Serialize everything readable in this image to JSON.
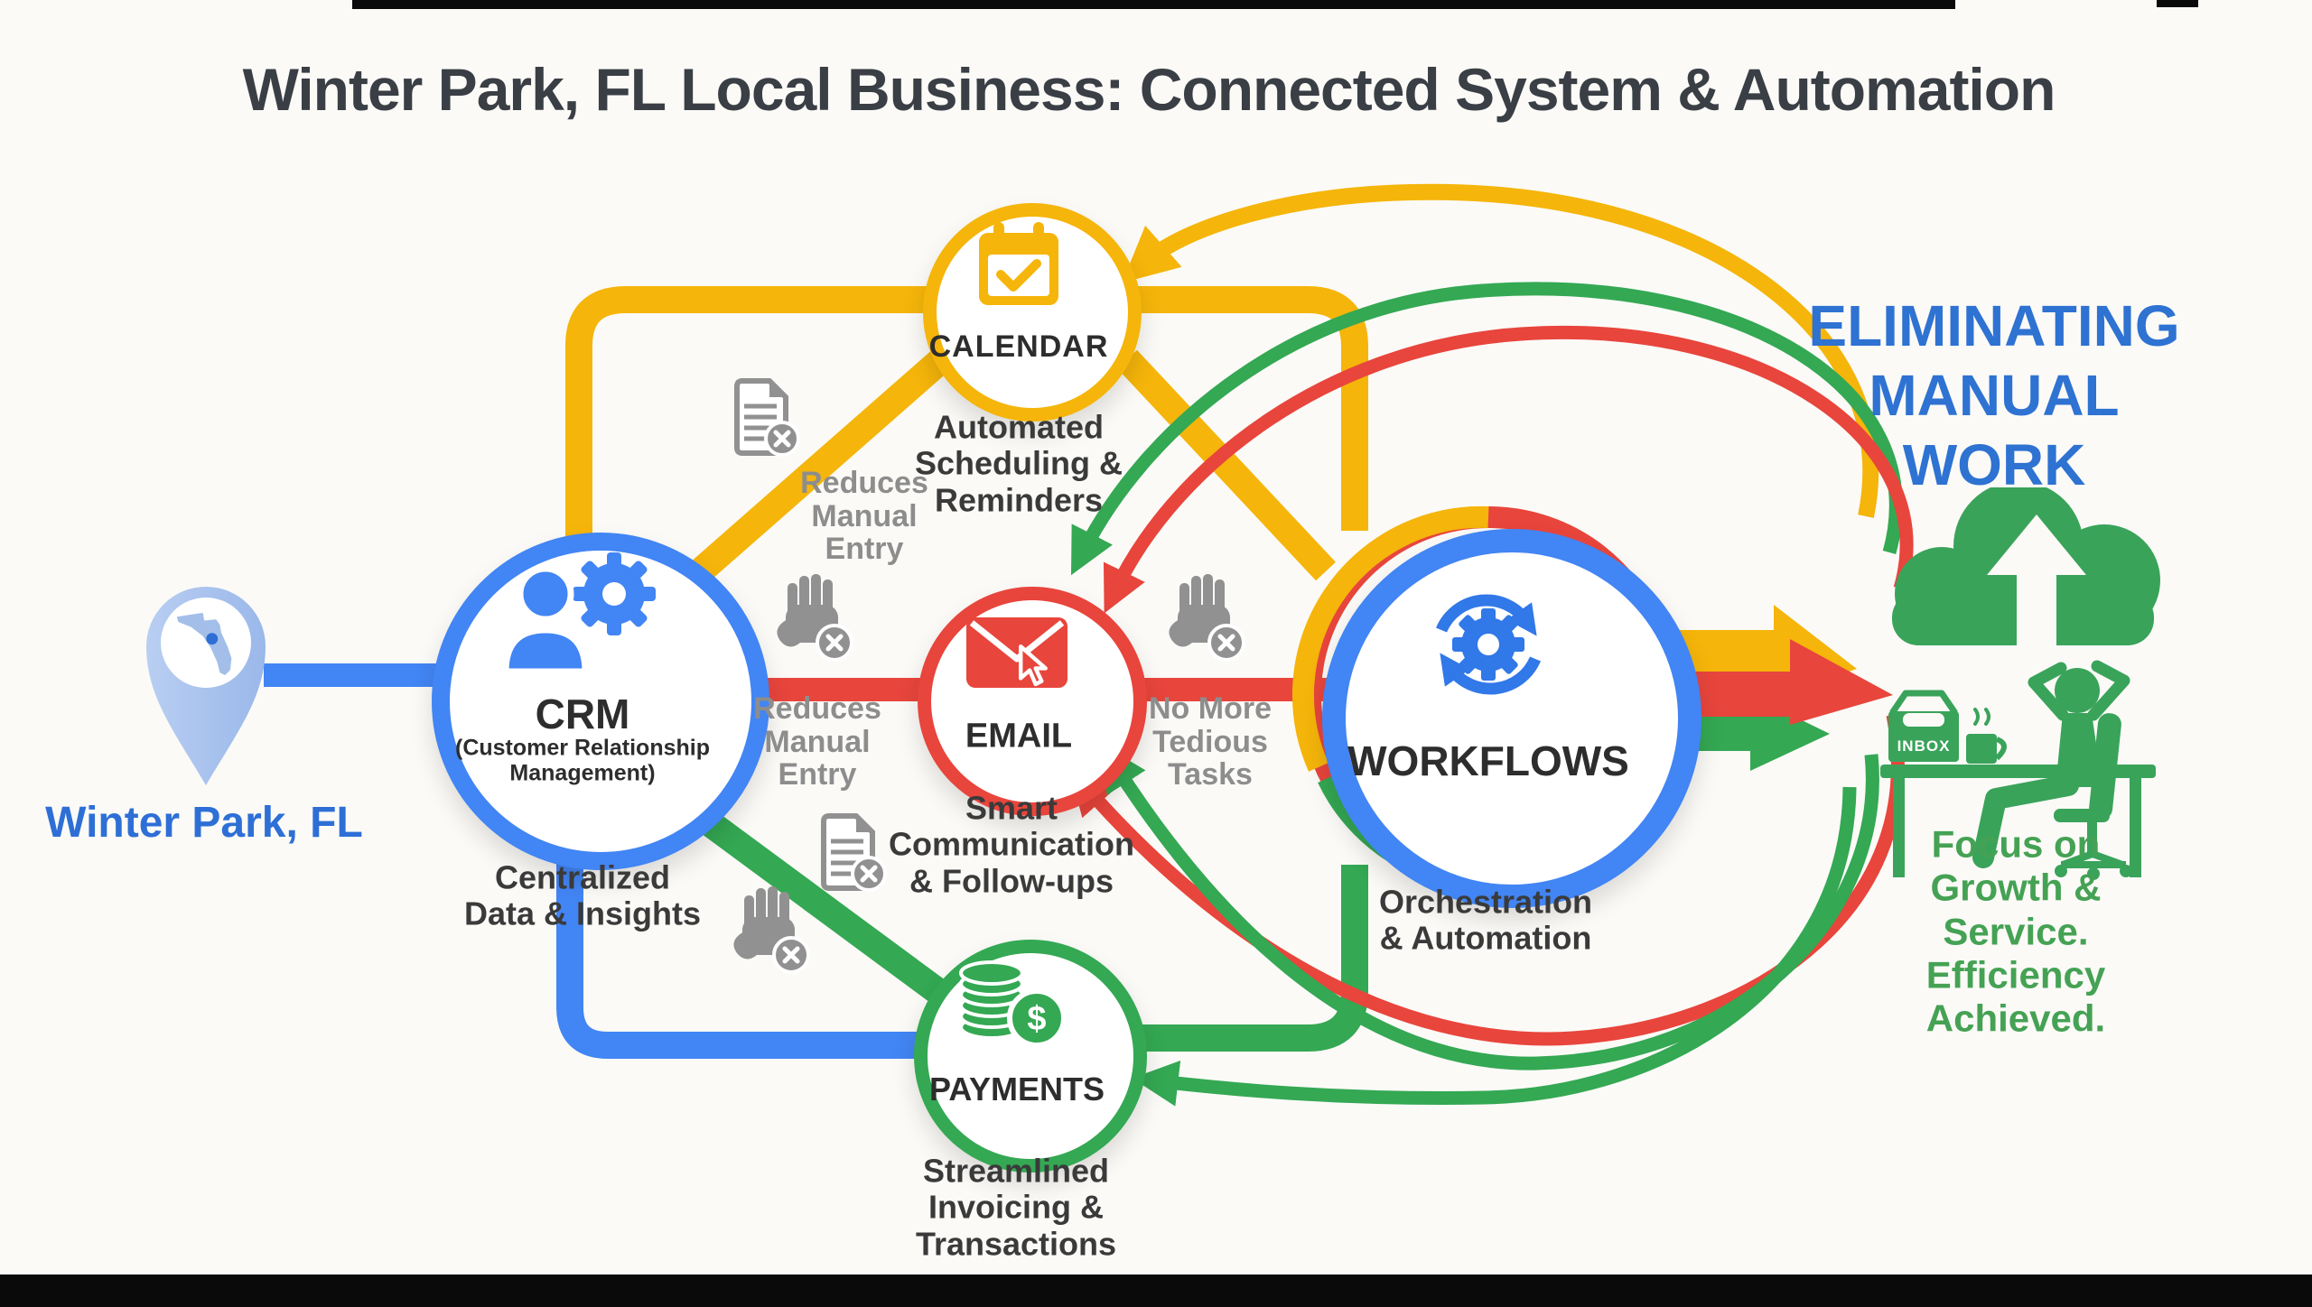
{
  "title": "Winter Park, FL Local Business: Connected System & Automation",
  "location_label": "Winter Park, FL",
  "nodes": {
    "crm": {
      "label": "CRM",
      "sub": "(Customer Relationship\nManagement)",
      "caption": "Centralized\nData & Insights"
    },
    "calendar": {
      "label": "CALENDAR",
      "caption": "Automated\nScheduling &\nReminders"
    },
    "email": {
      "label": "EMAIL",
      "caption": "Smart\nCommunication\n& Follow-ups"
    },
    "payments": {
      "label": "PAYMENTS",
      "caption": "Streamlined\nInvoicing &\nTransactions"
    },
    "workflows": {
      "label": "WORKFLOWS",
      "caption": "Orchestration\n& Automation"
    }
  },
  "annotations": {
    "reduces_entry_top": "Reduces\nManual\nEntry",
    "reduces_entry_mid": "Reduces\nManual\nEntry",
    "no_more": "No More\nTedious\nTasks"
  },
  "outcome": {
    "headline": "ELIMINATING\nMANUAL WORK",
    "inbox_label": "INBOX",
    "caption": "Focus on Growth & Service.\nEfficiency Achieved."
  },
  "icons": {
    "dollar": "$"
  },
  "colors": {
    "blue": "#4285F4",
    "yellow": "#F5B50A",
    "red": "#E8453C",
    "green": "#34A853",
    "gray": "#919191",
    "headline_blue": "#2E72D2",
    "caption_green": "#45A254",
    "dark": "#3A3F45"
  }
}
